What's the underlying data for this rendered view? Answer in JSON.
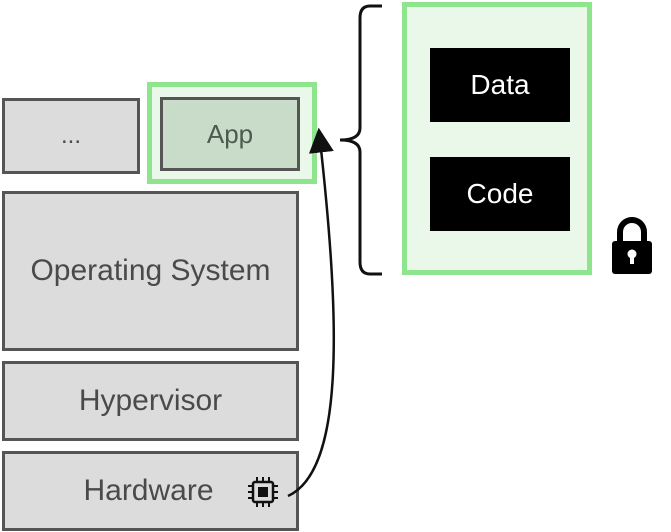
{
  "stack": {
    "others_label": "...",
    "app_label": "App",
    "os_label": "Operating System",
    "hypervisor_label": "Hypervisor",
    "hardware_label": "Hardware"
  },
  "enclave": {
    "data_label": "Data",
    "code_label": "Code"
  },
  "icons": {
    "chip": "cpu-chip-icon",
    "lock": "padlock-icon"
  },
  "colors": {
    "layer_fill": "#dcdcdc",
    "layer_border": "#555555",
    "highlight_green": "#8ee58e",
    "highlight_fill": "#eaf8ea",
    "app_fill": "#c9dcc9",
    "secret_fill": "#000000"
  }
}
